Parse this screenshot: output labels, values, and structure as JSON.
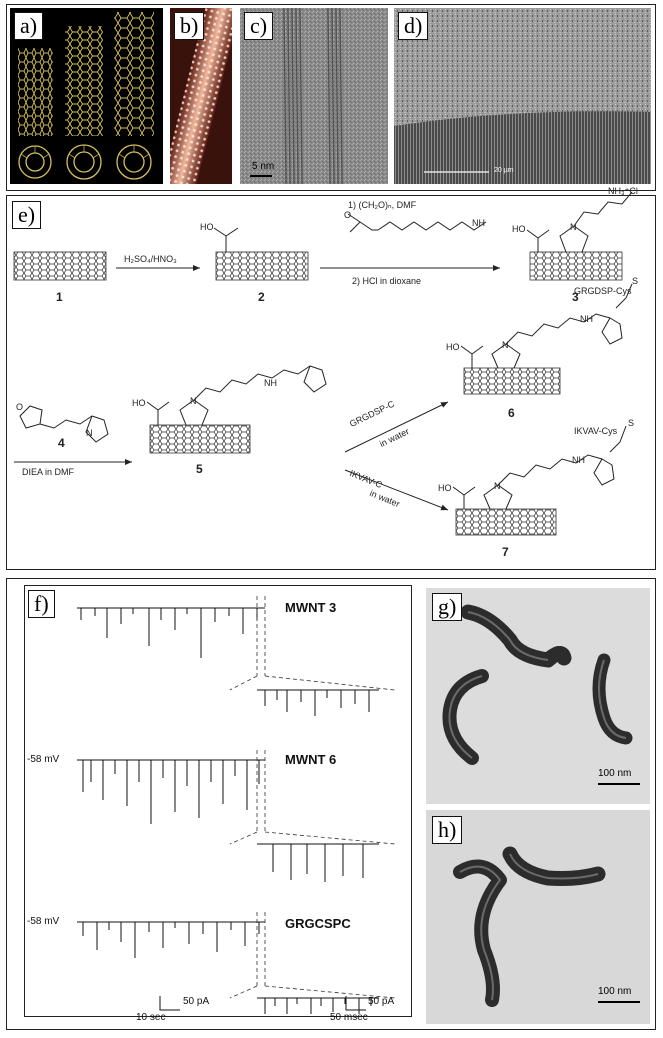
{
  "panels": {
    "a": "a)",
    "b": "b)",
    "c": "c)",
    "d": "d)",
    "e": "e)",
    "f": "f)",
    "g": "g)",
    "h": "h)"
  },
  "micrographs": {
    "c_scale": "5 nm",
    "d_scale": "20 µm",
    "g_scale": "100 nm",
    "h_scale": "100 nm"
  },
  "scheme": {
    "compounds": [
      "1",
      "2",
      "3",
      "4",
      "5",
      "6",
      "7"
    ],
    "step1": "H₂SO₄/HNO₃",
    "step2a": "1) (CH₂O)ₙ, DMF",
    "step2b": "2) HCl in dioxane",
    "step3": "DIEA  in DMF",
    "step4_reagent": "GRGDSP-C",
    "step4_solvent": "in water",
    "step5_reagent": "IKVAV-C",
    "step5_solvent": "in water",
    "label6": "GRGDSP-Cys",
    "label7": "IKVAV-Cys",
    "ho": "HO",
    "amine": "NH₃⁺Cl",
    "nh": "NH",
    "n": "N",
    "o": "O",
    "s": "S"
  },
  "traces": {
    "labels": [
      "MWNT 3",
      "MWNT 6",
      "GRGCSPC"
    ],
    "voltage": [
      "-58 mV",
      "-58 mV"
    ],
    "scale_current": "50 pA",
    "scale_time_long": "10 sec",
    "scale_current2": "50 pA",
    "scale_time_short": "50 msec"
  }
}
